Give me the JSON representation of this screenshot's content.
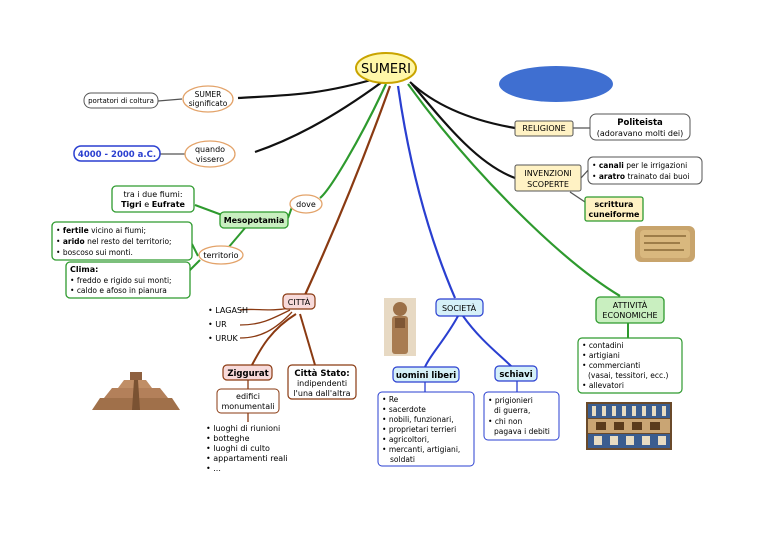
{
  "root": "SUMERI",
  "sumer": {
    "definition": "portatori di coltura",
    "label_line1": "SUMER",
    "label_line2": "significato"
  },
  "when": {
    "date": "4000 - 2000 a.C.",
    "label_line1": "quando",
    "label_line2": "vissero"
  },
  "where": {
    "label": "dove",
    "rivers_line1": "tra i due fiumi:",
    "rivers_bold1": "Tigri",
    "rivers_mid": "e",
    "rivers_bold2": "Eufrate",
    "region": "Mesopotamia",
    "territory_label": "territorio",
    "territory": [
      {
        "bold": "fertile",
        "text": "vicino ai fiumi;"
      },
      {
        "bold": "arido",
        "text": "nel resto del territorio;"
      },
      {
        "bold": "",
        "text": "boscoso sui monti."
      }
    ],
    "climate_title": "Clima:",
    "climate": [
      "freddo e rigido sui monti;",
      "caldo e afoso in pianura"
    ]
  },
  "religion": {
    "label": "RELIGIONE",
    "title": "Politeista",
    "detail": "(adoravano molti dei)"
  },
  "inventions": {
    "label_line1": "INVENZIONI",
    "label_line2": "SCOPERTE",
    "items": [
      {
        "bold": "canali",
        "text": "per le irrigazioni"
      },
      {
        "bold": "aratro",
        "text": "trainato dai buoi"
      }
    ],
    "writing_line1": "scrittura",
    "writing_line2": "cuneiforme"
  },
  "cities": {
    "label": "CITTÀ",
    "names": [
      "LAGASH",
      "UR",
      "URUK"
    ],
    "ziggurat": "Ziggurat",
    "ziggurat_desc_line1": "edifici",
    "ziggurat_desc_line2": "monumentali",
    "ziggurat_uses": [
      "luoghi di riunioni",
      "botteghe",
      "luoghi di culto",
      "appartamenti reali",
      "..."
    ],
    "city_state_title": "Città Stato:",
    "city_state_line1": "indipendenti",
    "city_state_line2": "l'una dall'altra"
  },
  "society": {
    "label": "SOCIETÀ",
    "free_label": "uomini liberi",
    "free": [
      "Re",
      "sacerdote",
      "nobili, funzionari,",
      "proprietari terrieri",
      "agricoltori,",
      "mercanti, artigiani,",
      "soldati"
    ],
    "slaves_label": "schiavi",
    "slaves": [
      "prigionieri",
      "di guerra,",
      "chi non",
      "pagava i debiti"
    ]
  },
  "economy": {
    "label_line1": "ATTIVITÀ",
    "label_line2": "ECONOMICHE",
    "items": [
      "contadini",
      "artigiani",
      "commercianti",
      "(vasai, tessitori, ecc.)",
      "allevatori"
    ]
  },
  "colors": {
    "root_fill": "#fff7a8",
    "root_stroke": "#c9a400",
    "blue_ellipse": "#3f6fd1",
    "black_line": "#111111",
    "brown_line": "#8a3a12",
    "blue_line": "#2a3fd0",
    "green_line": "#2e9a2e",
    "green_box": "#c9efc0",
    "pink_box": "#f7dada",
    "cyan_box": "#d5f0f8",
    "yellow_box": "#fff2c4"
  }
}
